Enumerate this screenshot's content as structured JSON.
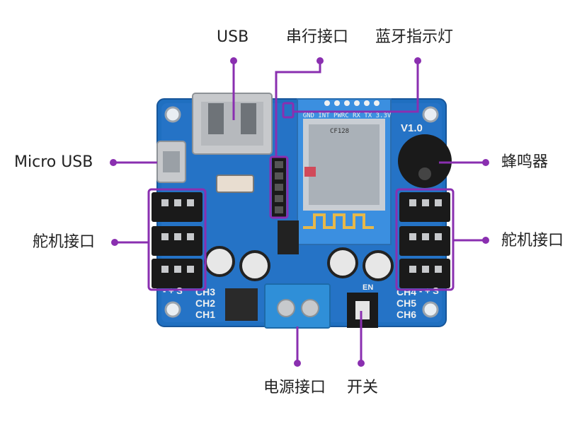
{
  "labels": {
    "usb": "USB",
    "serial_port": "串行接口",
    "bt_indicator": "蓝牙指示灯",
    "micro_usb": "Micro USB",
    "buzzer": "蜂鸣器",
    "servo_port_left": "舵机接口",
    "servo_port_right": "舵机接口",
    "power_port": "电源接口",
    "switch": "开关"
  },
  "board_text": {
    "module_pins": "GND INT PWRC RX TX 3.3V",
    "version": "V1.0",
    "module_chip": "CF128",
    "ch_left": [
      "CH3",
      "CH2",
      "CH1"
    ],
    "ch_right": [
      "CH4",
      "CH5",
      "CH6"
    ],
    "plus_minus": "- + S",
    "en": "EN"
  },
  "colors": {
    "callout": "#8a2fb0",
    "pcb": "#1f6fc0",
    "pcb_dark": "#17569a",
    "module": "#3b8fe0",
    "connector": "#1a1a1a",
    "terminal": "#2f8fd8",
    "metal": "#c7c9cc"
  }
}
